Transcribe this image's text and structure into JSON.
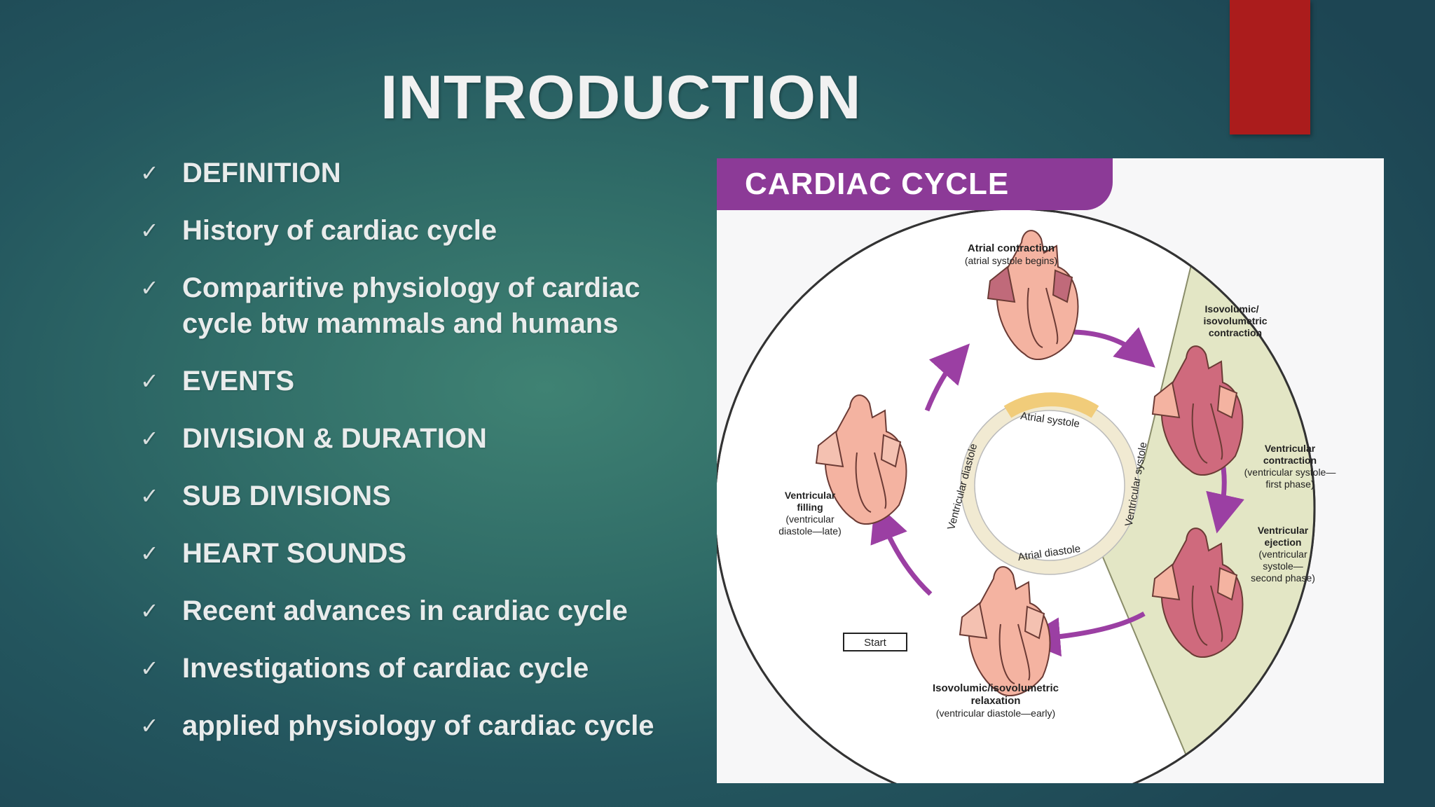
{
  "slide": {
    "title": "INTRODUCTION",
    "bullet_icon": "check-mark-icon",
    "bullets": [
      "DEFINITION",
      "History of cardiac cycle",
      "Comparitive physiology of cardiac cycle btw mammals and humans",
      "EVENTS",
      "DIVISION & DURATION",
      "SUB DIVISIONS",
      "HEART SOUNDS",
      "Recent advances in cardiac cycle",
      "Investigations of cardiac cycle",
      "applied physiology of cardiac cycle"
    ],
    "accent_color": "#ab1c1c"
  },
  "figure": {
    "banner": "CARDIAC CYCLE",
    "banner_color": "#8c3a97",
    "atrial_contraction": {
      "title": "Atrial contraction",
      "sub": "(atrial systole begins)"
    },
    "isovolumic_contraction": {
      "l1": "Isovolumic/",
      "l2": "isovolumetric",
      "l3": "contraction"
    },
    "ventricular_contraction": {
      "l1": "Ventricular",
      "l2": "contraction",
      "l3": "(ventricular systole—",
      "l4": "first phase)"
    },
    "ventricular_ejection": {
      "l1": "Ventricular",
      "l2": "ejection",
      "l3": "(ventricular",
      "l4": "systole—",
      "l5": "second phase)"
    },
    "isovolumic_relaxation": {
      "l1": "Isovolumic/isovolumetric",
      "l2": "relaxation",
      "l3": "(ventricular diastole—early)"
    },
    "ventricular_filling": {
      "l1": "Ventricular",
      "l2": "filling",
      "l3": "(ventricular",
      "l4": "diastole—late)"
    },
    "inner_ring": {
      "atrial_systole": "Atrial systole",
      "atrial_diastole": "Atrial diastole",
      "ventricular_diastole": "Ventricular diastole",
      "ventricular_systole": "Ventricular systole"
    },
    "start_label": "Start",
    "systole_region_color": "#e3e6c5",
    "arrow_color": "#9b3fa3"
  }
}
